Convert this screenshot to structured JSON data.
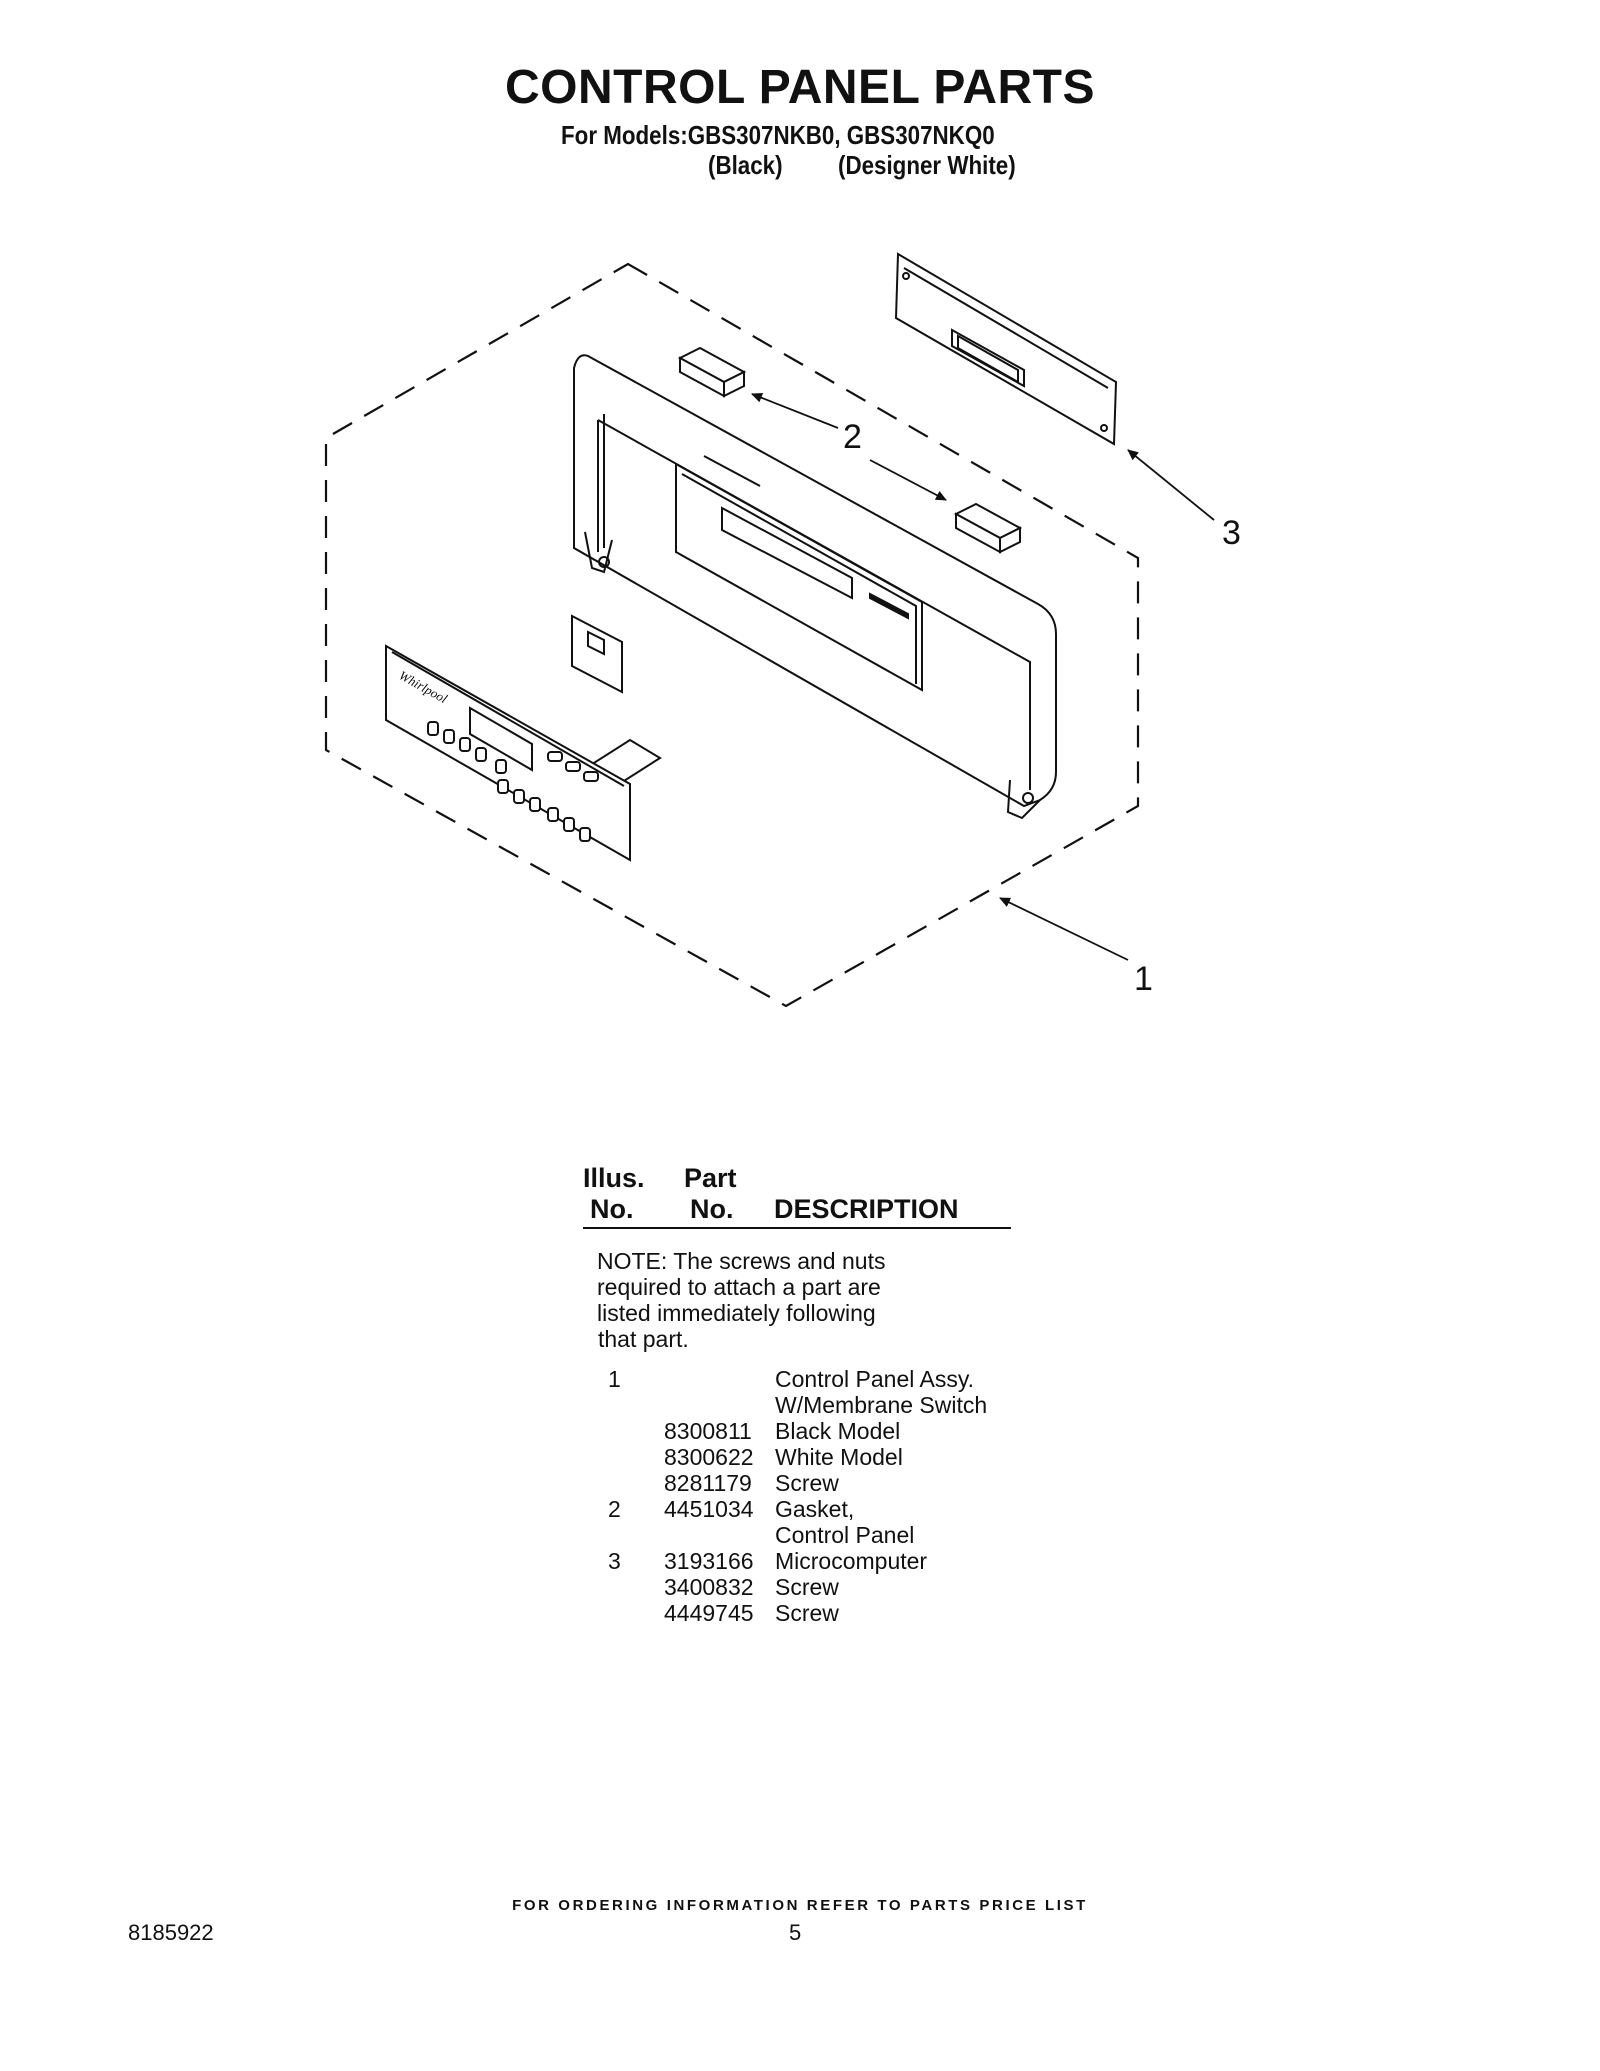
{
  "header": {
    "title": "CONTROL PANEL PARTS",
    "models_line": "For Models:GBS307NKB0, GBS307NKQ0",
    "color_black": "(Black)",
    "color_white": "(Designer White)"
  },
  "diagram": {
    "brand_logo": "Whirlpool",
    "callouts": [
      "1",
      "2",
      "3"
    ]
  },
  "parts_table": {
    "headers": {
      "illus_top": "Illus.",
      "illus_bottom": "No.",
      "part_top": "Part",
      "part_bottom": "No.",
      "description": "DESCRIPTION"
    },
    "note_lines": [
      "NOTE: The screws and nuts",
      "required to attach a part are",
      "listed immediately following",
      "that part."
    ],
    "rows": [
      {
        "illus": "1",
        "part": "",
        "desc": "Control Panel Assy."
      },
      {
        "illus": "",
        "part": "",
        "desc": "W/Membrane Switch"
      },
      {
        "illus": "",
        "part": "8300811",
        "desc": "Black Model"
      },
      {
        "illus": "",
        "part": "8300622",
        "desc": "White Model"
      },
      {
        "illus": "",
        "part": "8281179",
        "desc": "Screw"
      },
      {
        "illus": "2",
        "part": "4451034",
        "desc": "Gasket,"
      },
      {
        "illus": "",
        "part": "",
        "desc": "Control Panel"
      },
      {
        "illus": "3",
        "part": "3193166",
        "desc": "Microcomputer"
      },
      {
        "illus": "",
        "part": "3400832",
        "desc": "Screw"
      },
      {
        "illus": "",
        "part": "4449745",
        "desc": "Screw"
      }
    ]
  },
  "footer": {
    "ordering_note": "FOR ORDERING INFORMATION REFER TO PARTS PRICE LIST",
    "doc_number": "8185922",
    "page_number": "5"
  }
}
